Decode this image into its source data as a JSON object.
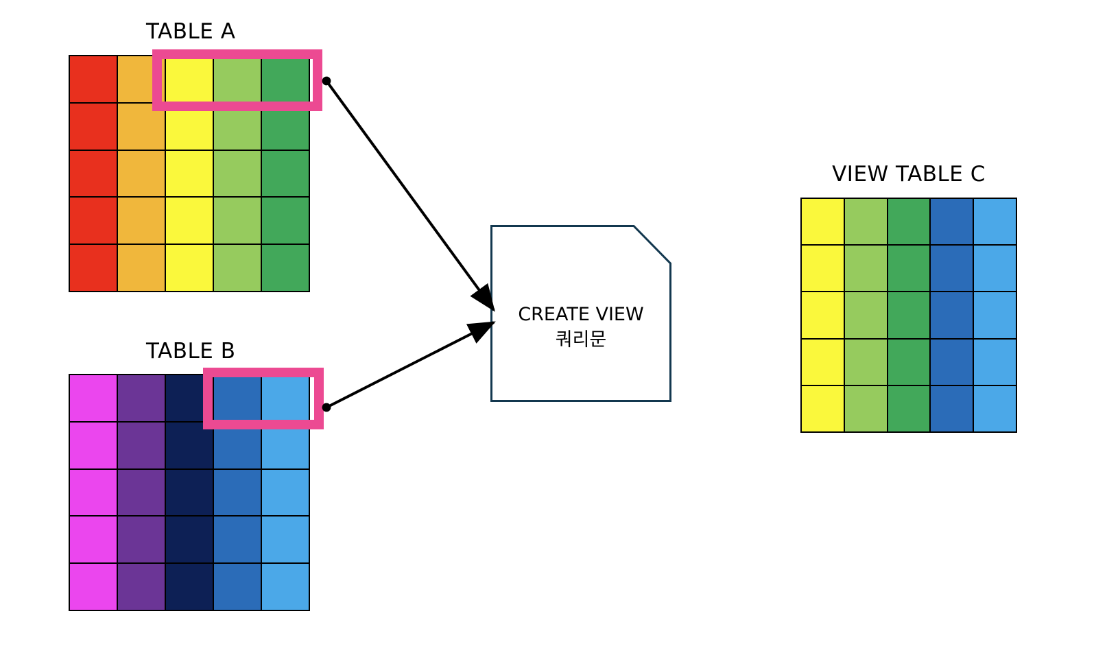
{
  "diagram": {
    "title_a": "TABLE A",
    "title_b": "TABLE B",
    "title_c": "VIEW TABLE C",
    "note_line1": "CREATE VIEW",
    "note_line2": "쿼리문"
  },
  "palette": {
    "red": "#E8301E",
    "amber": "#F0B73C",
    "yellow": "#FAF83C",
    "light_green": "#96CB5E",
    "green": "#42A85A",
    "magenta": "#EB46EE",
    "purple": "#6B3596",
    "navy": "#0D2055",
    "blue": "#2B6CB8",
    "light_blue": "#4BA8E8",
    "highlight_pink": "#EC4A92",
    "outline": "#000000",
    "note_outline": "#13384F",
    "background": "#FFFFFF"
  },
  "chart_data": {
    "type": "table",
    "title": "CREATE VIEW diagram: TABLE A + TABLE B -> VIEW TABLE C",
    "tables": [
      {
        "name": "TABLE A",
        "rows": 5,
        "cols": 5,
        "column_colors": [
          "#E8301E",
          "#F0B73C",
          "#FAF83C",
          "#96CB5E",
          "#42A85A"
        ],
        "highlighted_columns": [
          2,
          3,
          4
        ],
        "highlighted_rows": [
          0
        ]
      },
      {
        "name": "TABLE B",
        "rows": 5,
        "cols": 5,
        "column_colors": [
          "#EB46EE",
          "#6B3596",
          "#0D2055",
          "#2B6CB8",
          "#4BA8E8"
        ],
        "highlighted_columns": [
          3,
          4
        ],
        "highlighted_rows": [
          0
        ]
      },
      {
        "name": "VIEW TABLE C",
        "rows": 5,
        "cols": 5,
        "column_colors": [
          "#FAF83C",
          "#96CB5E",
          "#42A85A",
          "#2B6CB8",
          "#4BA8E8"
        ],
        "highlighted_columns": [],
        "highlighted_rows": []
      }
    ],
    "flow": [
      {
        "from": "TABLE A",
        "to": "CREATE VIEW 쿼리문"
      },
      {
        "from": "TABLE B",
        "to": "CREATE VIEW 쿼리문"
      }
    ]
  }
}
